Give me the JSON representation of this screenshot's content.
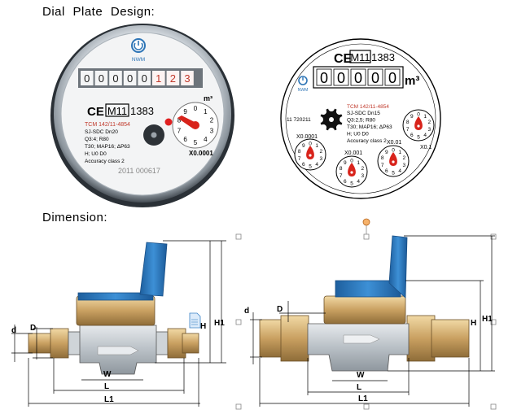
{
  "headings": {
    "dial": "Dial Plate Design:",
    "dimension": "Dimension:"
  },
  "photo_dial": {
    "brand": "NWM",
    "counter_digits": [
      "0",
      "0",
      "0",
      "0",
      "0",
      "1",
      "2",
      "3"
    ],
    "ce_mark": "CE",
    "metrology_mark": "M11",
    "approval_no": "1383",
    "model": "TCM 142/11-4854",
    "spec_lines": [
      "SJ-SDC Dn20",
      "Q3:4; R80",
      "T30; MAP16; ΔP63",
      "H; U0 D0",
      "Accuracy class 2"
    ],
    "unit": "m³",
    "dial_factor": "X0.0001",
    "serial": "2011 000617"
  },
  "drawing_dial": {
    "brand": "NWM",
    "ce_mark": "CE",
    "metrology_mark": "M11",
    "approval_no": "1383",
    "counter_digits": [
      "0",
      "0",
      "0",
      "0",
      "0"
    ],
    "unit": "m³",
    "serial": "11 720211",
    "model": "TCM 142/11-4854",
    "spec_lines": [
      "SJ-SDC Dn15",
      "Q3:2,5; R80",
      "T30; MAP16; ΔP63",
      "H; U0 D0",
      "Accuracy class 2"
    ],
    "sub_dials": [
      "X0.0001",
      "X0.001",
      "X0.01",
      "X0.1"
    ]
  },
  "dimension_labels": {
    "d": "d",
    "D": "D",
    "W": "W",
    "L": "L",
    "L1": "L1",
    "H": "H",
    "H1": "H1"
  },
  "colors": {
    "cover_blue": "#2f7fc7",
    "body_silver": "#c9ced3",
    "fitting_gold": "#d8b068",
    "needle_red": "#d8231b",
    "counter_bg": "#e9ecef"
  }
}
